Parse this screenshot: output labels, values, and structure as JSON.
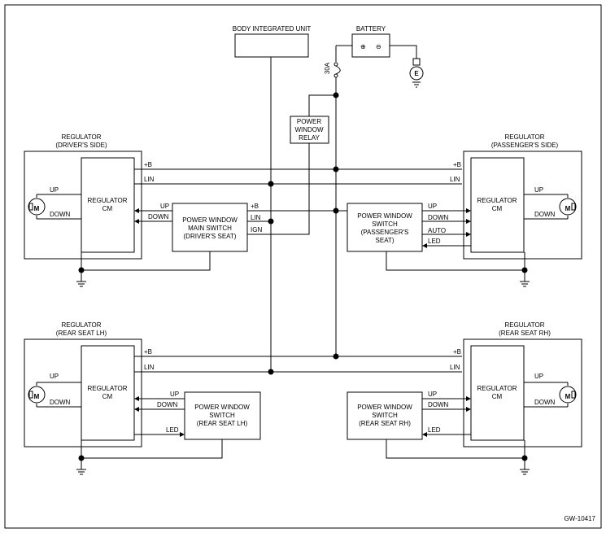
{
  "diagram_id": "GW-10417",
  "body_integrated_unit": "BODY INTEGRATED UNIT",
  "battery": {
    "label": "BATTERY",
    "plus": "⊕",
    "minus": "⊖",
    "fuse": "30A",
    "earth": "E"
  },
  "relay": {
    "line1": "POWER",
    "line2": "WINDOW",
    "line3": "RELAY"
  },
  "motor_symbol": "M",
  "regulators": {
    "driver": {
      "line1": "REGULATOR",
      "line2": "(DRIVER'S SIDE)"
    },
    "passenger": {
      "line1": "REGULATOR",
      "line2": "(PASSENGER'S SIDE)"
    },
    "rear_lh": {
      "line1": "REGULATOR",
      "line2": "(REAR SEAT LH)"
    },
    "rear_rh": {
      "line1": "REGULATOR",
      "line2": "(REAR SEAT RH)"
    }
  },
  "regulator_cm": {
    "line1": "REGULATOR",
    "line2": "CM"
  },
  "switches": {
    "main": {
      "line1": "POWER WINDOW",
      "line2": "MAIN SWITCH",
      "line3": "(DRIVER'S SEAT)"
    },
    "passenger": {
      "line1": "POWER WINDOW",
      "line2": "SWITCH",
      "line3": "(PASSENGER'S",
      "line4": "SEAT)"
    },
    "rear_lh": {
      "line1": "POWER WINDOW",
      "line2": "SWITCH",
      "line3": "(REAR SEAT LH)"
    },
    "rear_rh": {
      "line1": "POWER WINDOW",
      "line2": "SWITCH",
      "line3": "(REAR SEAT RH)"
    }
  },
  "signals": {
    "b": "+B",
    "lin": "LIN",
    "up": "UP",
    "down": "DOWN",
    "auto": "AUTO",
    "led": "LED",
    "ign": "IGN"
  }
}
